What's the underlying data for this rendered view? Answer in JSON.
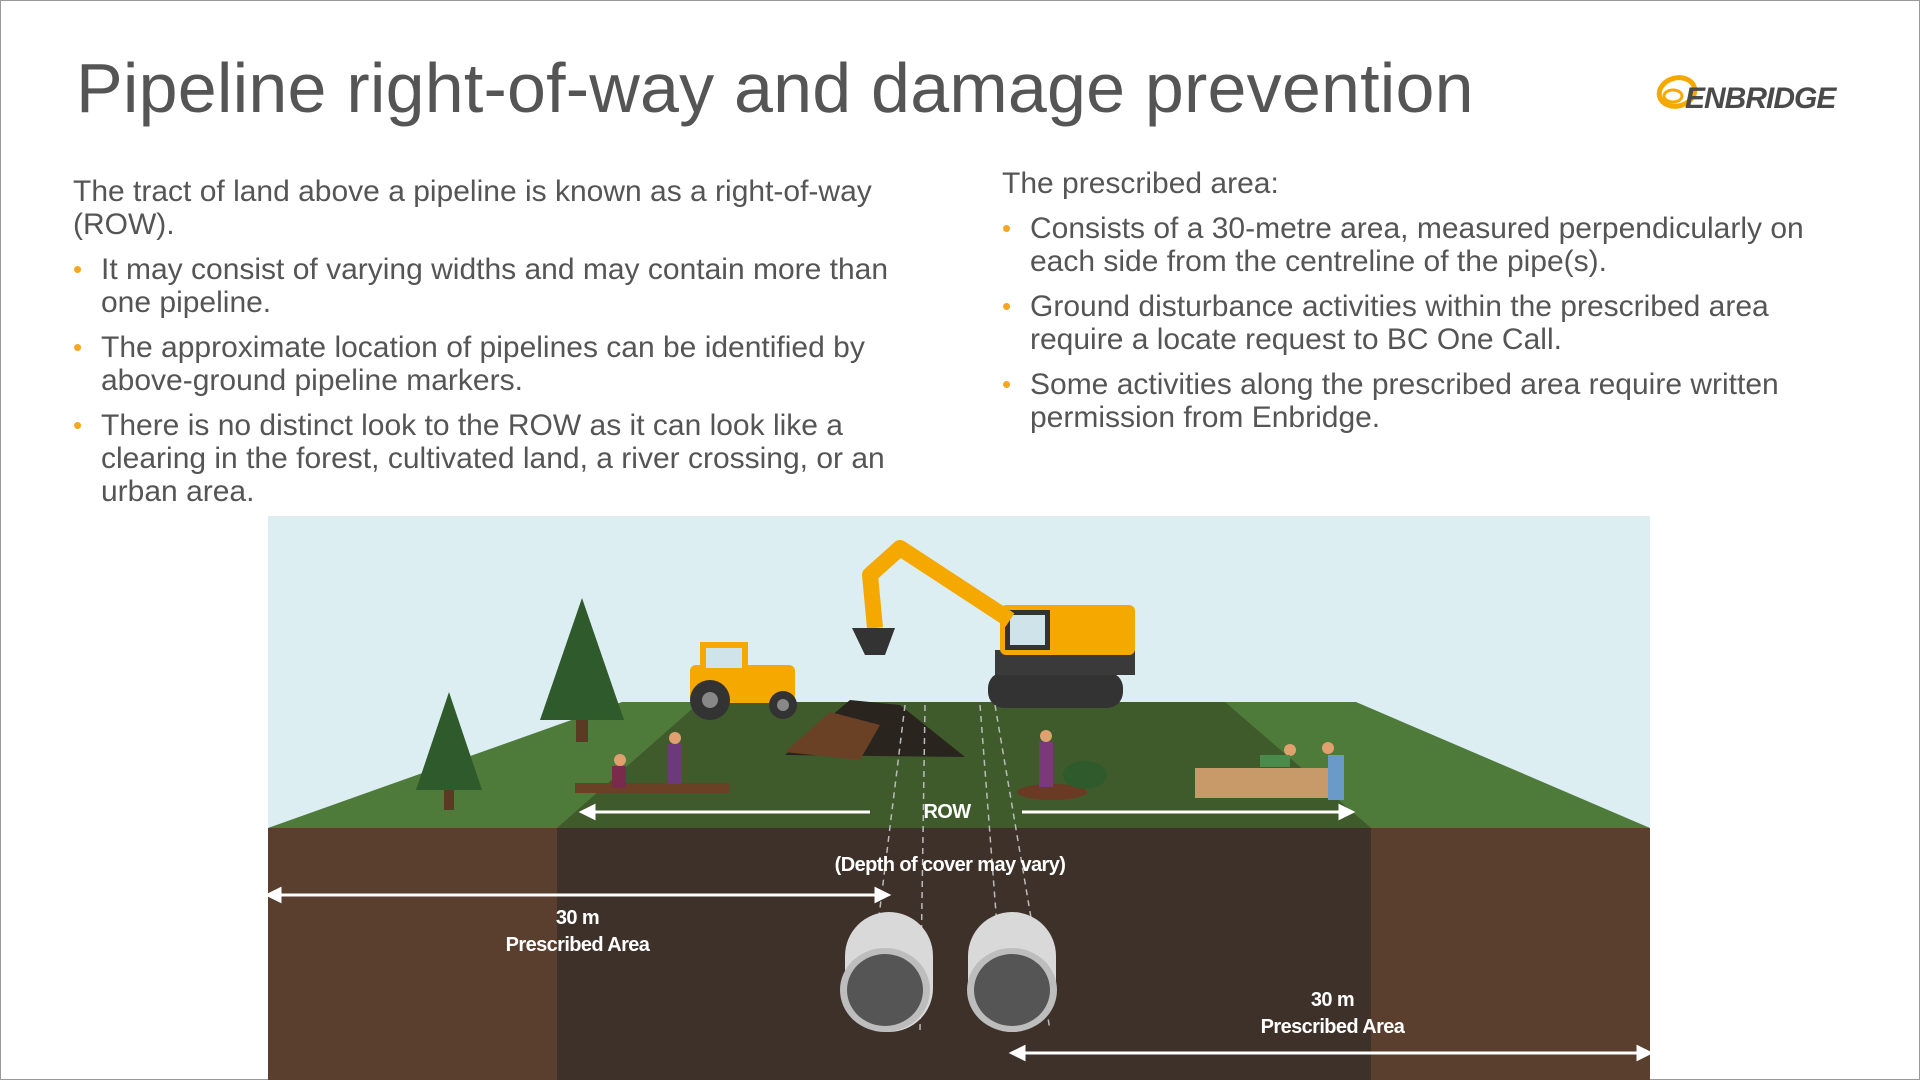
{
  "title": "Pipeline right-of-way and damage prevention",
  "logo": {
    "text": "ENBRIDGE",
    "colors": {
      "swirl": "#f5a800",
      "wordmark": "#4a4a4a"
    }
  },
  "left_column": {
    "intro": "The tract of land above a pipeline is known as a right-of-way (ROW).",
    "bullets": [
      "It may consist of varying widths and may contain more than one pipeline.",
      "The approximate location of pipelines can be identified by above-ground pipeline markers.",
      "There is no distinct look to the ROW as it can look like a clearing in the forest, cultivated land, a river crossing, or an urban area."
    ]
  },
  "right_column": {
    "intro": "The prescribed area:",
    "bullets": [
      "Consists of a 30-metre area, measured perpendicularly on each side from the centreline of the pipe(s).",
      "Ground disturbance activities within the prescribed area require a locate request to BC One Call.",
      "Some activities along the prescribed area require written permission from Enbridge."
    ]
  },
  "diagram": {
    "row_label": "ROW",
    "depth_label": "(Depth of cover may vary)",
    "left_area": {
      "distance": "30 m",
      "label": "Prescribed Area"
    },
    "right_area": {
      "distance": "30 m",
      "label": "Prescribed Area"
    }
  },
  "colors": {
    "bullet": "#f5a623",
    "sky": "#ddeef3",
    "grass": "#4e7b3a",
    "row_grass": "#3f5a2b",
    "soil": "#5a3e2e",
    "row_soil": "#3d3129"
  }
}
